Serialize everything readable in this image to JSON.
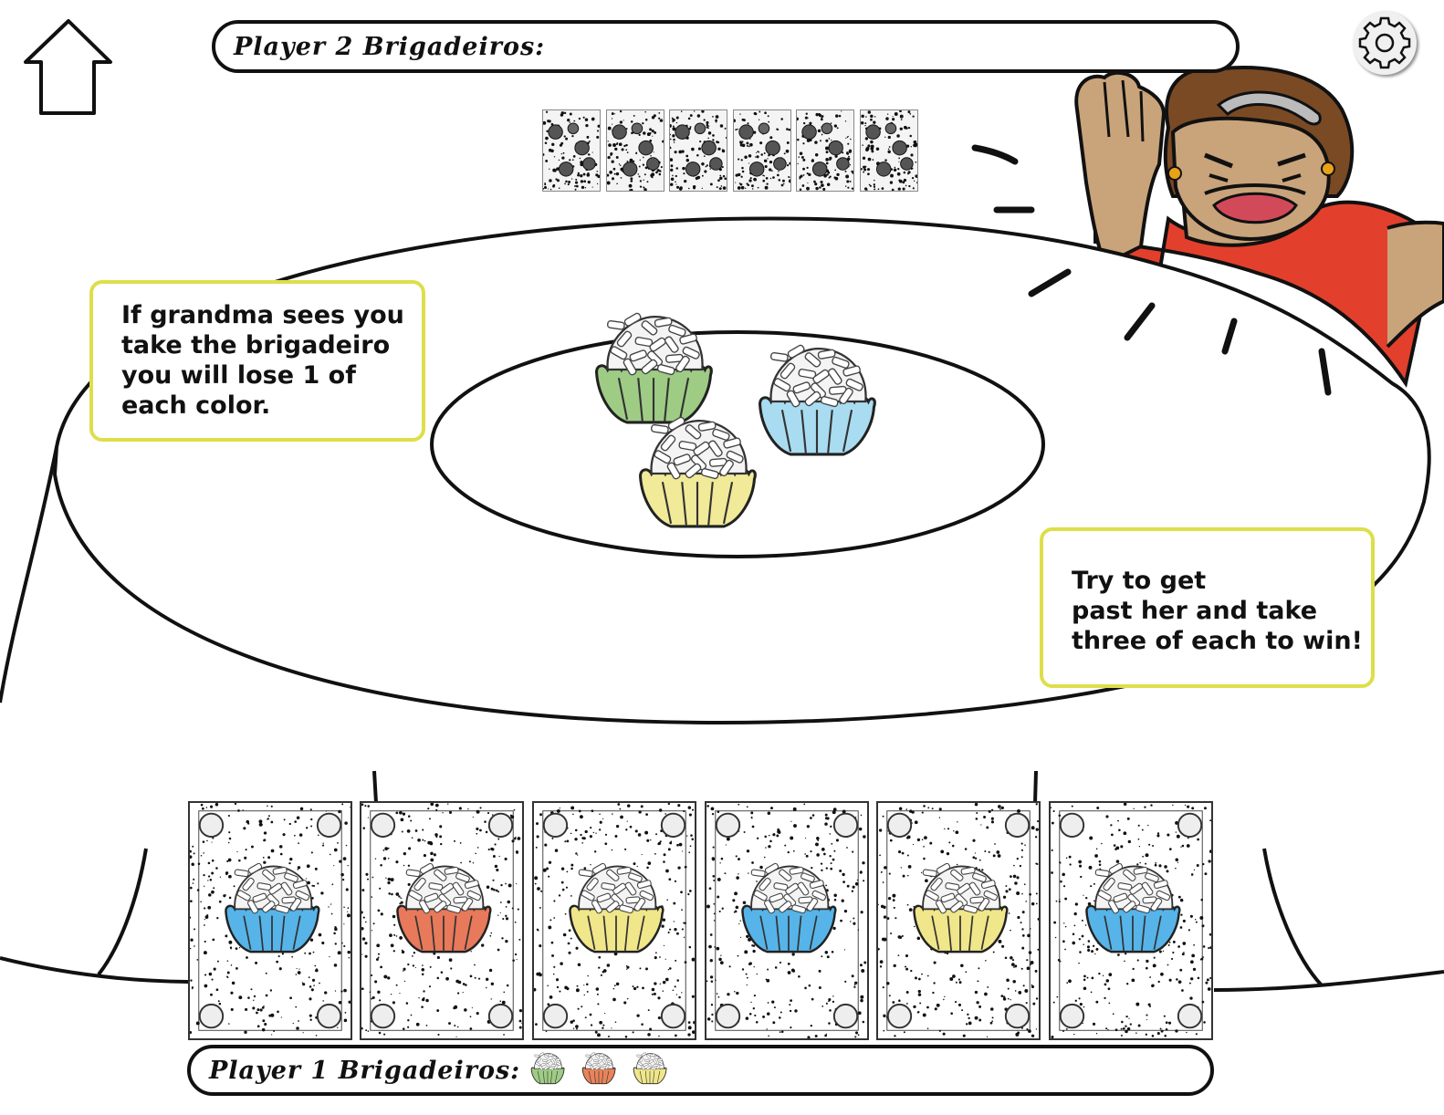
{
  "navigation": {
    "up_icon": "up-arrow-icon",
    "settings_icon": "gear-icon"
  },
  "player2": {
    "label": "Player 2 Brigadeiros:",
    "hidden_cards": 6
  },
  "player1": {
    "label": "Player 1 Brigadeiros:",
    "collected": [
      {
        "color": "green",
        "hex": "#9fcc85"
      },
      {
        "color": "red",
        "hex": "#e8835a"
      },
      {
        "color": "yellow",
        "hex": "#f0e68a"
      }
    ]
  },
  "tips": {
    "left": [
      "If grandma sees you",
      "take the brigadeiro",
      "you will lose 1 of",
      "each color."
    ],
    "right": [
      "Try to get",
      "past her and take",
      "three of each to win!"
    ]
  },
  "table_bowl": [
    {
      "color": "green",
      "hex": "#9fcc85"
    },
    {
      "color": "blue",
      "hex": "#a9dcf0"
    },
    {
      "color": "yellow",
      "hex": "#f0ea99"
    }
  ],
  "hand": [
    {
      "color": "blue",
      "hex": "#56b4e9"
    },
    {
      "color": "red",
      "hex": "#e8795a"
    },
    {
      "color": "yellow",
      "hex": "#f0e68a"
    },
    {
      "color": "blue",
      "hex": "#56b4e9"
    },
    {
      "color": "yellow",
      "hex": "#f0e68a"
    },
    {
      "color": "blue",
      "hex": "#56b4e9"
    }
  ],
  "colors": {
    "tip_border": "#dede4a",
    "grandma_skin": "#c9a37a",
    "grandma_hair": "#7a4a25",
    "grandma_dress": "#e2402c"
  }
}
